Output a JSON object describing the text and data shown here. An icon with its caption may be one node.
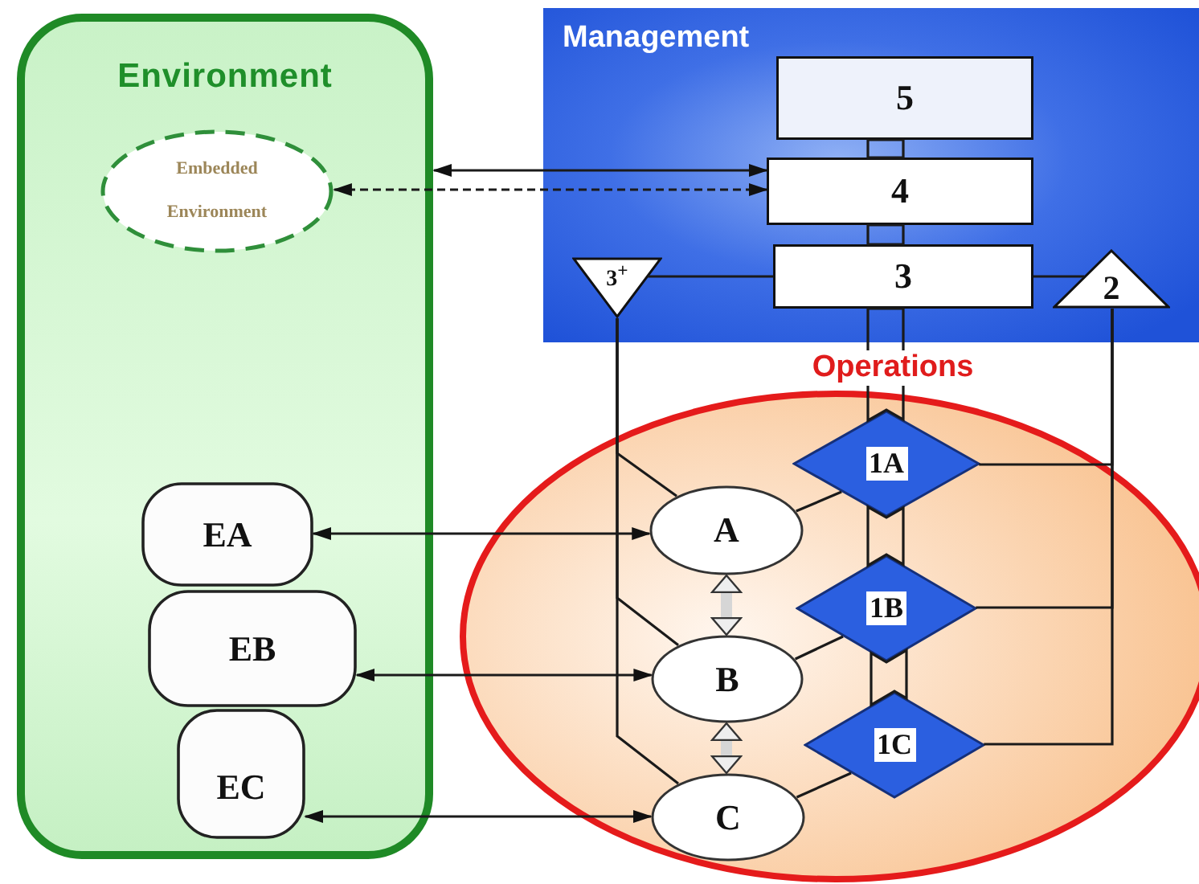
{
  "diagram": {
    "nodes": [
      {
        "text": [
          "Environment"
        ]
      },
      {
        "text": [
          "Embedded Environment"
        ],
        "in": 0
      },
      {
        "text": [
          "EA"
        ],
        "in": 0
      },
      {
        "text": [
          "EB"
        ],
        "in": 0
      },
      {
        "text": [
          "EC"
        ],
        "in": 0
      },
      {
        "text": [
          "Management"
        ]
      },
      {
        "text": [
          "5"
        ],
        "in": 5
      },
      {
        "text": [
          "4"
        ],
        "in": 5
      },
      {
        "text": [
          "3"
        ],
        "in": 5
      },
      {
        "text": [
          "3$^{+}$"
        ],
        "in": 5
      },
      {
        "text": [
          "2"
        ],
        "in": 5
      },
      {
        "text": [
          "Operations"
        ]
      },
      {
        "text": [
          "A"
        ],
        "in": 11
      },
      {
        "text": [
          "B"
        ],
        "in": 11
      },
      {
        "text": [
          "C"
        ],
        "in": 11
      },
      {
        "text": [
          "1A"
        ],
        "in": 11
      },
      {
        "text": [
          "1B"
        ],
        "in": 11
      },
      {
        "text": [
          "1C"
        ],
        "in": 11
      }
    ],
    "edges": [
      {
        "from": 7,
        "to": 0,
        "arrow": "both"
      },
      {
        "from": 7,
        "to": 1,
        "arrow": "both",
        "style": "dashed"
      },
      {
        "from": 2,
        "to": 12,
        "arrow": "both"
      },
      {
        "from": 3,
        "to": 13,
        "arrow": "both"
      },
      {
        "from": 4,
        "to": 14,
        "arrow": "both"
      },
      {
        "from": 6,
        "to": 7,
        "arrow": "none"
      },
      {
        "from": 7,
        "to": 8,
        "arrow": "none"
      },
      {
        "from": 8,
        "to": 15,
        "arrow": "none"
      },
      {
        "from": 15,
        "to": 16,
        "arrow": "none"
      },
      {
        "from": 16,
        "to": 17,
        "arrow": "none"
      },
      {
        "from": 9,
        "to": 8,
        "arrow": "none"
      },
      {
        "from": 8,
        "to": 10,
        "arrow": "none"
      },
      {
        "from": 9,
        "to": 12,
        "arrow": "none"
      },
      {
        "from": 9,
        "to": 13,
        "arrow": "none"
      },
      {
        "from": 9,
        "to": 14,
        "arrow": "none"
      },
      {
        "from": 10,
        "to": 15,
        "arrow": "none"
      },
      {
        "from": 10,
        "to": 16,
        "arrow": "none"
      },
      {
        "from": 10,
        "to": 17,
        "arrow": "none"
      },
      {
        "from": 12,
        "to": 15,
        "arrow": "none"
      },
      {
        "from": 13,
        "to": 16,
        "arrow": "none"
      },
      {
        "from": 14,
        "to": 17,
        "arrow": "none"
      },
      {
        "from": 12,
        "to": 13,
        "arrow": "both",
        "style": "thick",
        "color": "#d6d6d6"
      },
      {
        "from": 13,
        "to": 14,
        "arrow": "both",
        "style": "thick",
        "color": "#d6d6d6"
      }
    ]
  }
}
